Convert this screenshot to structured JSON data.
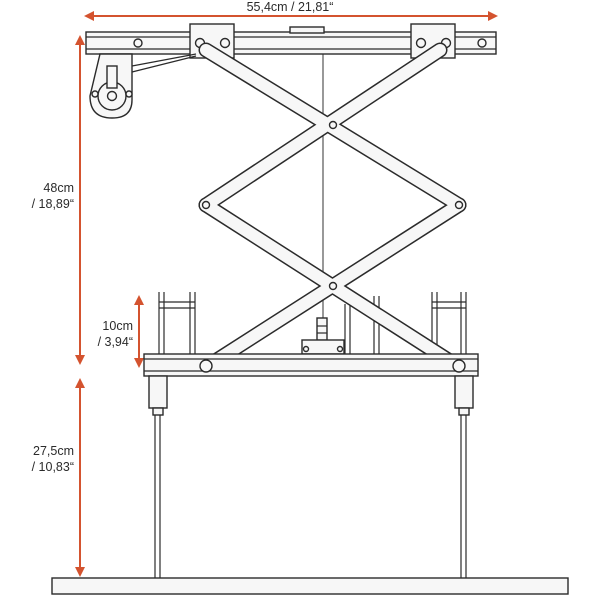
{
  "dimensions": {
    "width": "55,4cm / 21,81“",
    "height_total_line1": "48cm",
    "height_total_line2": "/ 18,89“",
    "stroke_line1": "10cm",
    "stroke_line2": "/ 3,94“",
    "drop_line1": "27,5cm",
    "drop_line2": "/ 10,83“"
  },
  "colors": {
    "dimension_line": "#d4532f",
    "outline": "#2b2b2b",
    "fill": "#f7f7f7"
  }
}
